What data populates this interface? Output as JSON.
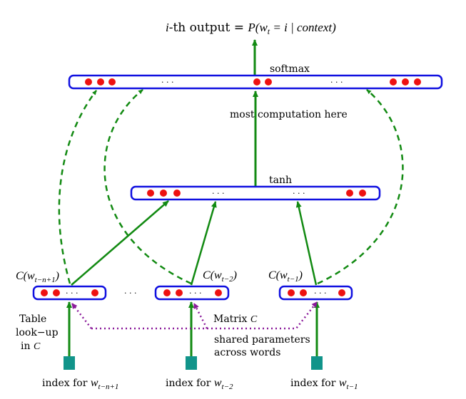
{
  "title": {
    "prefix": "i",
    "main": "-th output = ",
    "formula": "P(w",
    "formula_sub": "t",
    "formula_rest": " = i | context)"
  },
  "layers": {
    "softmax_label": "softmax",
    "tanh_label": "tanh",
    "most_computation": "most  computation here"
  },
  "embeddings": [
    {
      "label": "C(w",
      "sub": "t−n+1",
      "close": ")"
    },
    {
      "label": "C(w",
      "sub": "t−2",
      "close": ")"
    },
    {
      "label": "C(w",
      "sub": "t−1",
      "close": ")"
    }
  ],
  "ellipsis": "· · ·",
  "gap_ellipsis": "· · ·",
  "annotations": {
    "table_lookup_1": "Table",
    "table_lookup_2": "look−up",
    "table_lookup_3": "in ",
    "table_lookup_C": "C",
    "matrix": "Matrix ",
    "matrix_C": "C",
    "shared_1": "shared parameters",
    "shared_2": "across words"
  },
  "indices": [
    {
      "label": "index for ",
      "w": "w",
      "sub": "t−n+1"
    },
    {
      "label": "index for ",
      "w": "w",
      "sub": "t−2"
    },
    {
      "label": "index for ",
      "w": "w",
      "sub": "t−1"
    }
  ],
  "colors": {
    "box_stroke": "#1010e0",
    "dot": "#ee1111",
    "arrow": "#128a12",
    "dashed": "#128a12",
    "shared": "#8a1a9a",
    "index_square": "#11948a"
  }
}
